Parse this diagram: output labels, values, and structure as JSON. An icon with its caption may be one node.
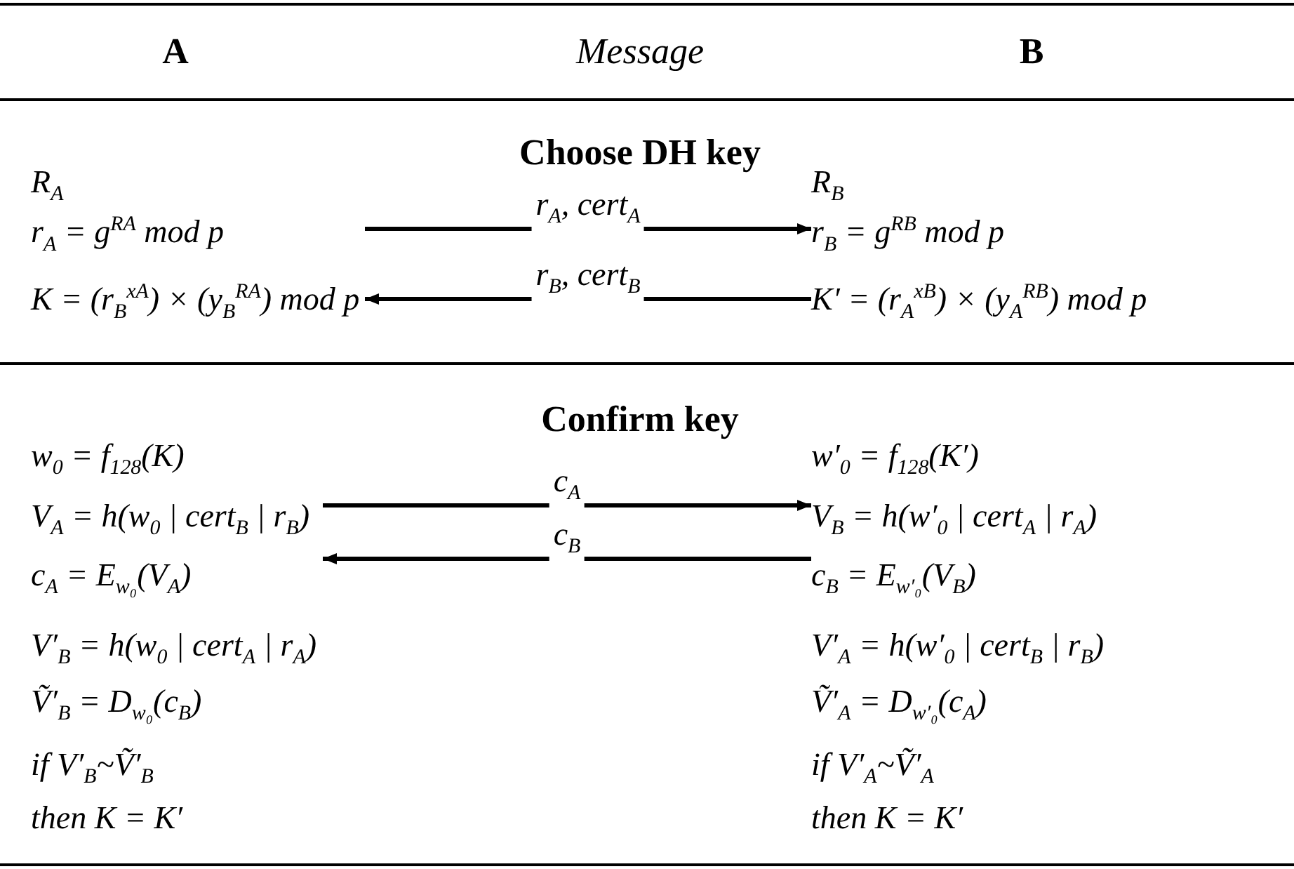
{
  "diagram": {
    "nodes": [
      {
        "text": [
          "R$_{A}$",
          "r$_{A}$ = g$^{R}$$^{A}$ mod p",
          "K = (r$_{B}$$^{x}$$^{A}$) × (y$_{B}$$^{R}$$^{A}$) mod p"
        ]
      },
      {
        "text": [
          "R$_{B}$",
          "r$_{B}$ = g$^{R}$$^{B}$ mod p",
          "K′ = (r$_{A}$$^{x}$$^{B}$) × (y$_{A}$$^{R}$$^{B}$) mod p"
        ]
      },
      {
        "text": [
          "w$_{0}$ = f$_{128}$(K)",
          "V$_{A}$ = h(w$_{0}$ | cert$_{B}$ | r$_{B}$)",
          "c$_{A}$ = E$_{w₀}$(V$_{A}$)",
          "V′$_{B}$ = h(w$_{0}$ | cert$_{A}$ | r$_{A}$)",
          "Ṽ′$_{B}$ = D$_{w₀}$(c$_{B}$)",
          "if V′$_{B}$~Ṽ′$_{B}$",
          "then K = K′"
        ]
      },
      {
        "text": [
          "w′$_{0}$ = f$_{128}$(K′)",
          "V$_{B}$ = h(w′$_{0}$ | cert$_{A}$ | r$_{A}$)",
          "c$_{B}$ = E$_{w′₀}$(V$_{B}$)",
          "V′$_{A}$ = h(w′$_{0}$ | cert$_{B}$ | r$_{B}$)",
          "Ṽ′$_{A}$ = D$_{w′₀}$(c$_{A}$)",
          "if V′$_{A}$~Ṽ′$_{A}$",
          "then K = K′"
        ]
      }
    ],
    "edges": [
      {
        "from": 0,
        "to": 1,
        "arrow": "to",
        "label": "r$_{A}$, cert$_{A}$"
      },
      {
        "from": 1,
        "to": 0,
        "arrow": "to",
        "label": "r$_{B}$, cert$_{B}$"
      },
      {
        "from": 2,
        "to": 3,
        "arrow": "to",
        "label": "c$_{A}$"
      },
      {
        "from": 3,
        "to": 2,
        "arrow": "to",
        "label": "c$_{B}$"
      }
    ],
    "labels": [
      "A",
      "Message",
      "B",
      "Choose DH key",
      "Confirm key"
    ]
  }
}
